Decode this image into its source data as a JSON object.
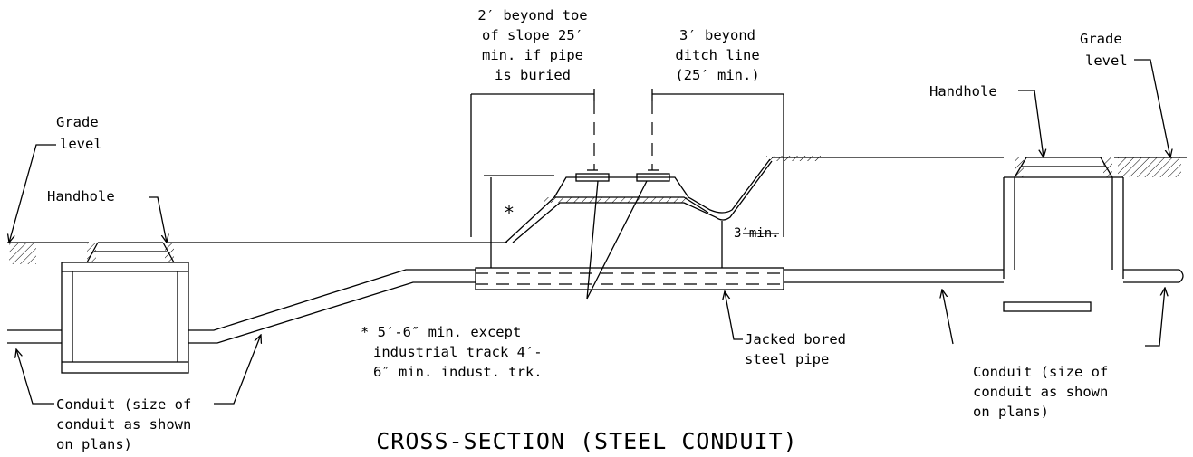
{
  "title": "CROSS-SECTION (STEEL CONDUIT)",
  "labels": {
    "toe_slope": [
      "2′ beyond toe",
      "of slope 25′",
      "min. if pipe",
      "is buried"
    ],
    "ditch_line": [
      "3′ beyond",
      "ditch line",
      "(25′ min.)"
    ],
    "grade_level_left": [
      "Grade",
      "level"
    ],
    "grade_level_right": [
      "Grade",
      "level"
    ],
    "handhole_left": "Handhole",
    "handhole_right": "Handhole",
    "asterisk": "*",
    "three_min": "3′min.",
    "footnote": [
      "* 5′-6″ min. except",
      "industrial track 4′-",
      "6″ min. indust. trk."
    ],
    "jacked_pipe": [
      "Jacked bored",
      "steel pipe"
    ],
    "conduit_left": [
      "Conduit (size of",
      "conduit as shown",
      "on plans)"
    ],
    "conduit_right": [
      "Conduit (size of",
      "conduit as shown",
      "on plans)"
    ]
  }
}
